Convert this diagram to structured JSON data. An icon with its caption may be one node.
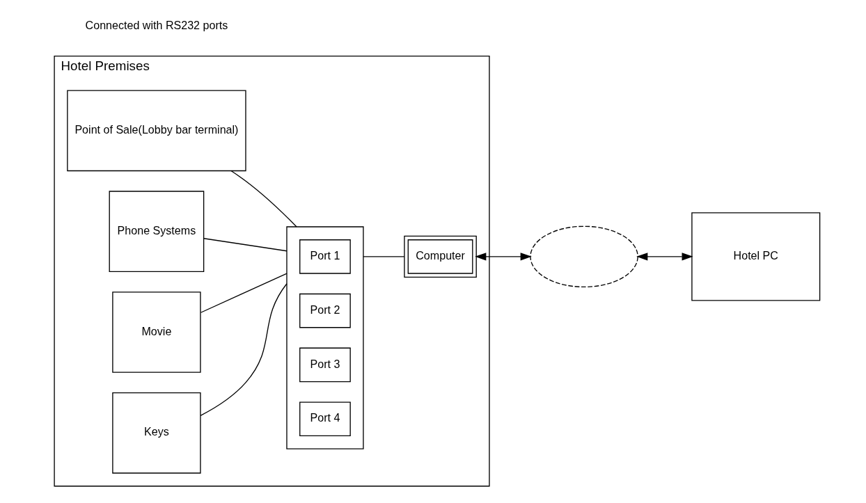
{
  "diagram": {
    "nodes": [
      {
        "text": [
          "Hotel Premises"
        ]
      },
      {
        "text": [
          "Point of Sale(Lobby bar terminal)"
        ],
        "in": 0
      },
      {
        "text": [
          "Phone Systems"
        ],
        "in": 0
      },
      {
        "text": [
          "Movie"
        ],
        "in": 0
      },
      {
        "text": [
          "Keys"
        ],
        "in": 0
      },
      {
        "text": [],
        "shape": "box",
        "in": 0
      },
      {
        "text": [
          "Port 1"
        ],
        "in": 5
      },
      {
        "text": [
          "Port 2"
        ],
        "in": 5
      },
      {
        "text": [
          "Port 3"
        ],
        "in": 5
      },
      {
        "text": [
          "Port 4"
        ],
        "in": 5
      },
      {
        "text": [
          "Computer"
        ],
        "in": 0
      },
      {
        "text": [],
        "shape": "cloud"
      },
      {
        "text": [
          "Hotel PC"
        ]
      }
    ],
    "edges": [
      {
        "from": 1,
        "to": 5,
        "arrow": "none"
      },
      {
        "from": 2,
        "to": 5,
        "arrow": "none"
      },
      {
        "from": 3,
        "to": 5,
        "arrow": "none"
      },
      {
        "from": 4,
        "to": 5,
        "arrow": "none"
      },
      {
        "from": 5,
        "to": 10,
        "arrow": "none"
      },
      {
        "from": 10,
        "to": 11,
        "arrow": "both"
      },
      {
        "from": 11,
        "to": 12,
        "arrow": "both"
      }
    ],
    "labels": [
      "Connected with RS232 ports"
    ]
  }
}
